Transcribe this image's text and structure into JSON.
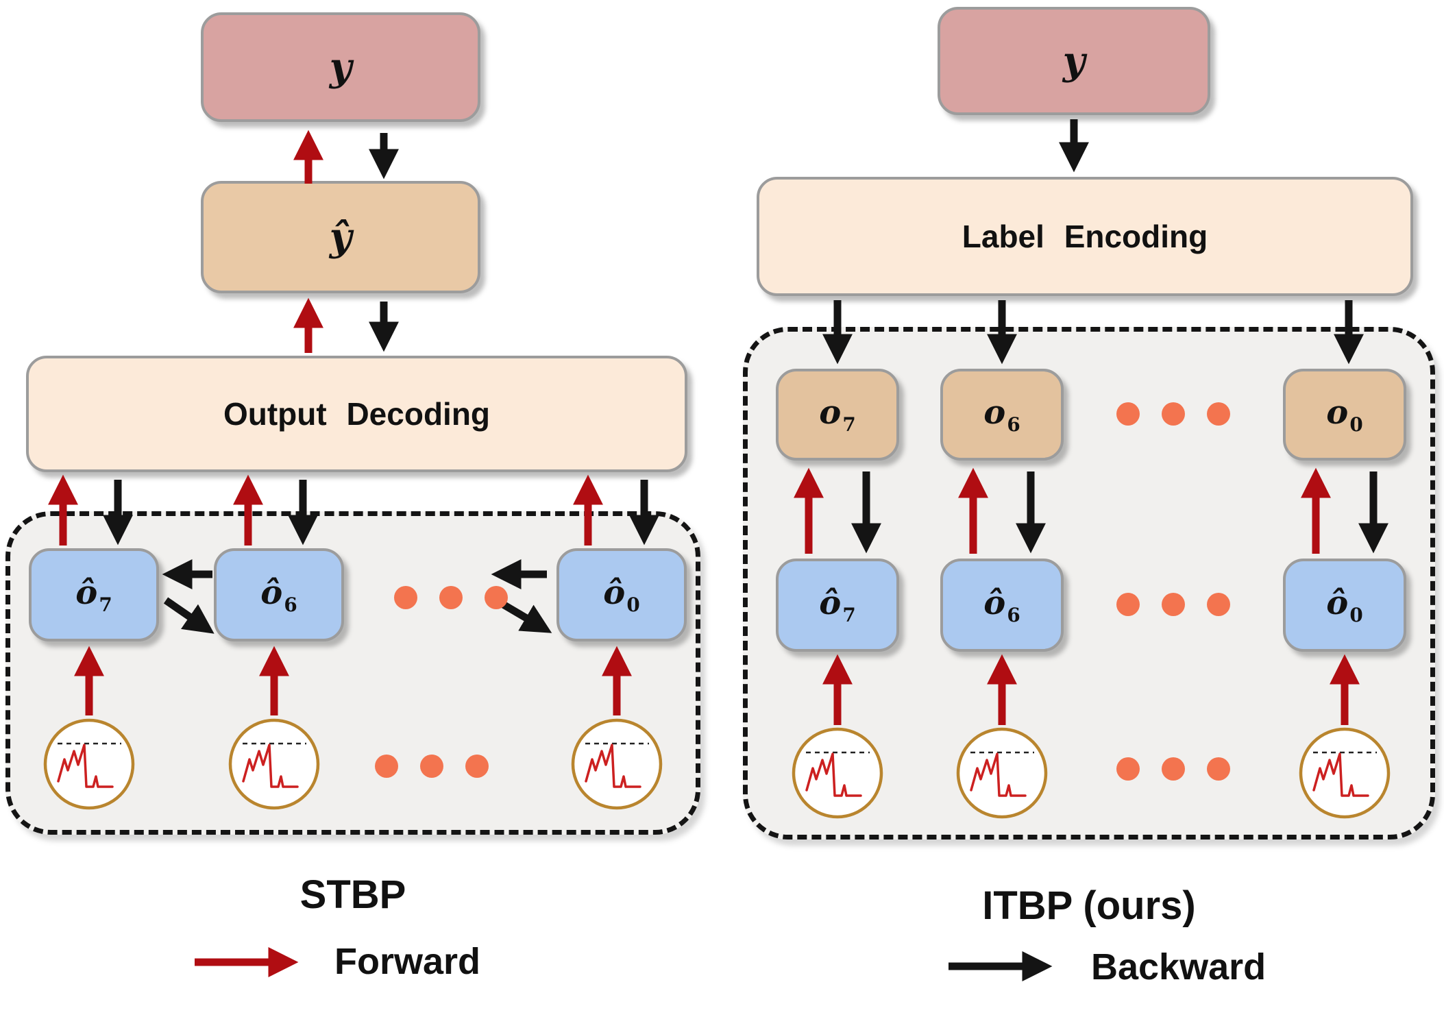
{
  "left": {
    "output_label": "y",
    "pred_label": "ŷ",
    "decode_label": "Output Decoding",
    "units": [
      {
        "base": "ô",
        "sub": "7"
      },
      {
        "base": "ô",
        "sub": "6"
      },
      {
        "base": "ô",
        "sub": "0"
      }
    ],
    "caption": "STBP"
  },
  "right": {
    "output_label": "y",
    "encode_label": "Label Encoding",
    "targets": [
      {
        "base": "o",
        "sub": "7"
      },
      {
        "base": "o",
        "sub": "6"
      },
      {
        "base": "o",
        "sub": "0"
      }
    ],
    "units": [
      {
        "base": "ô",
        "sub": "7"
      },
      {
        "base": "ô",
        "sub": "6"
      },
      {
        "base": "ô",
        "sub": "0"
      }
    ],
    "caption": "ITBP (ours)"
  },
  "legend": {
    "forward_label": "Forward",
    "backward_label": "Backward"
  },
  "colors": {
    "forward_arrow": "#b00d12",
    "backward_arrow": "#141414",
    "ellipsis_dot": "#f3744f",
    "unit_box": "#abc9f0",
    "target_box": "#e3c29e",
    "label_box": "#fcead9",
    "pred_box": "#e9c9a6",
    "y_box": "#d8a3a1",
    "cell_ring": "#b9852e",
    "wave": "#cc2020"
  }
}
